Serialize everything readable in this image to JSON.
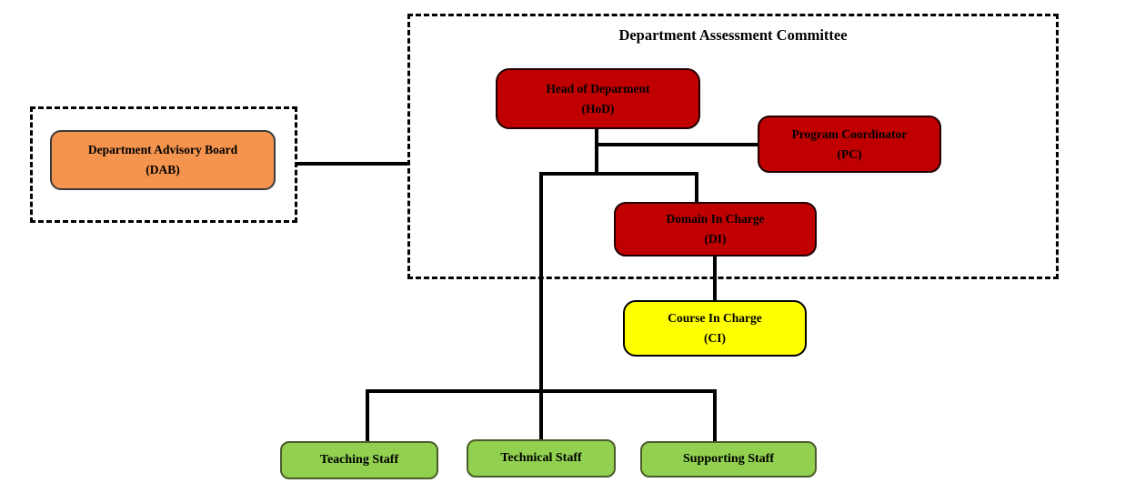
{
  "diagram": {
    "title": "Department Assessment Committee",
    "colors": {
      "red": "#C00000",
      "orange": "#F4944E",
      "yellow": "#FFFF00",
      "green": "#92D050",
      "line": "#000000"
    },
    "nodes": {
      "dab": {
        "label": "Department Advisory Board",
        "abbr": "(DAB)"
      },
      "hod": {
        "label": "Head of Deparment",
        "abbr": "(HoD)"
      },
      "pc": {
        "label": "Program Coordinator",
        "abbr": "(PC)"
      },
      "di": {
        "label": "Domain In Charge",
        "abbr": "(DI)"
      },
      "ci": {
        "label": "Course In Charge",
        "abbr": "(CI)"
      },
      "teaching": {
        "label": "Teaching Staff"
      },
      "technical": {
        "label": "Technical Staff"
      },
      "supporting": {
        "label": "Supporting Staff"
      }
    }
  }
}
